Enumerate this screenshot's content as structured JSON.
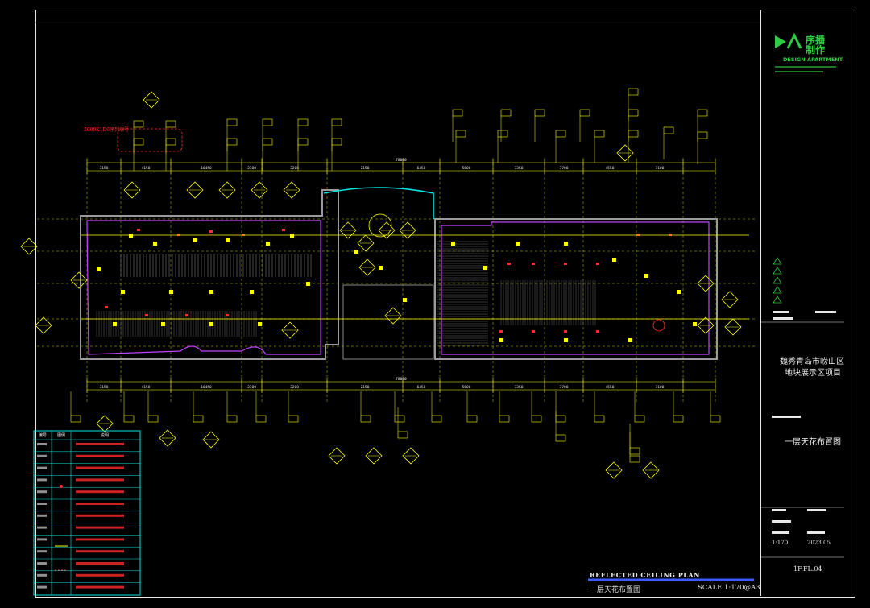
{
  "title_block": {
    "brand_cn": "序播\n制作",
    "brand_en": "DESIGN APARTMENT",
    "project_name_line1": "魏秀青岛市崂山区",
    "project_name_line2": "地块展示区项目",
    "drawing_name": "一层天花布置图",
    "scale_value": "1:170",
    "date_value": "2023.05",
    "sheet_number": "1F.FL.04"
  },
  "caption": {
    "title_en": "REFLECTED CEILING PLAN",
    "title_cn": "一层天花布置图",
    "scale_label": "SCALE 1:170@A3"
  },
  "plan": {
    "dims_top": [
      "3150",
      "4150",
      "10450",
      "2300",
      "3200",
      "2150",
      "6450",
      "5600",
      "3350",
      "3700",
      "4550",
      "3100"
    ],
    "dims_total": "78000",
    "red_note": "2000X1D6序列编号"
  },
  "legend": {
    "headers": [
      "编号",
      "图例",
      "说明"
    ],
    "row_count": 13
  },
  "colors": {
    "background": "#000000",
    "frame": "#e8e8e8",
    "accent_green": "#2ecc40",
    "cad_yellow": "#ffff00",
    "cad_red": "#ff2a2a",
    "cad_cyan": "#00e5e5",
    "cad_magenta": "#c040ff",
    "cad_blue": "#3a5cff"
  }
}
